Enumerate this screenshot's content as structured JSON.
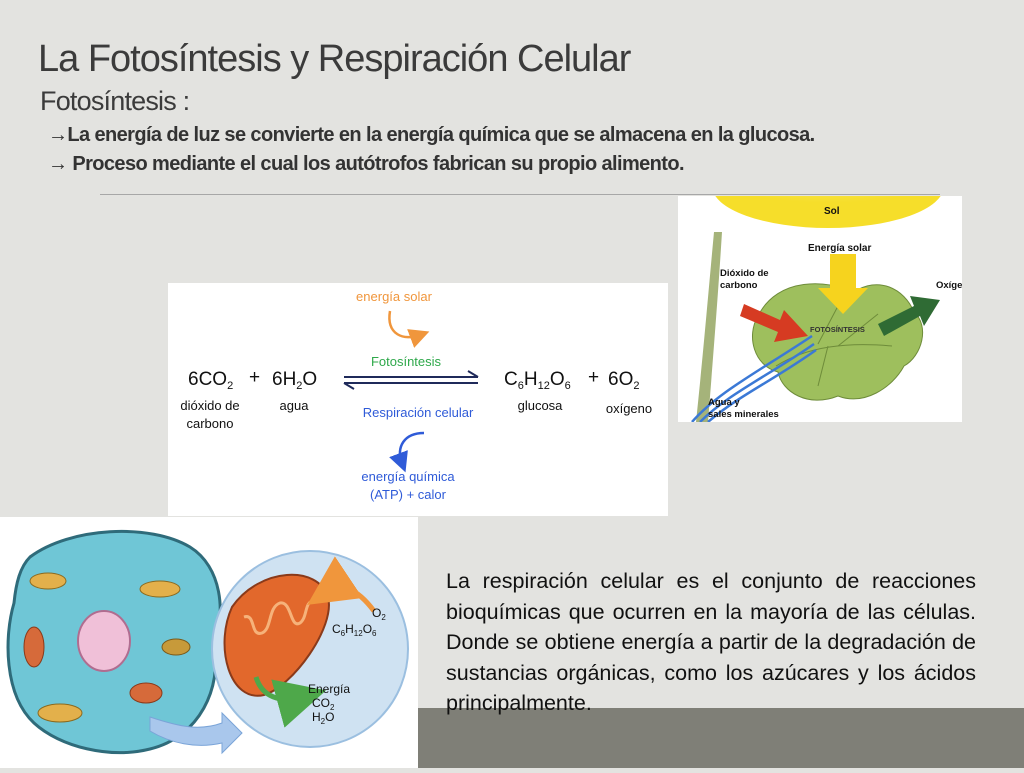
{
  "slide": {
    "title": "La Fotosíntesis  y Respiración Celular",
    "subtitle": "Fotosíntesis :",
    "bullets": [
      "→La energía de luz se convierte en la energía química que se almacena en la glucosa.",
      "→ Proceso mediante el cual los autótrofos fabrican su propio alimento."
    ],
    "paragraph": "La respiración celular es el conjunto de reacciones bioquímicas que ocurren en la mayoría de las células. Donde se obtiene energía a partir de la degradación de sustancias orgánicas, como los azúcares y los ácidos principalmente."
  },
  "equation": {
    "top_input": "energía solar",
    "forward": "Fotosíntesis",
    "reverse": "Respiración celular",
    "bottom_output_1": "energía química",
    "bottom_output_2": "(ATP) + calor",
    "plus": "+",
    "co2": {
      "prefix": "6CO",
      "sub": "2",
      "label_1": "dióxido de",
      "label_2": "carbono"
    },
    "h2o": {
      "prefix": "6H",
      "sub": "2",
      "suffix": "O",
      "label": "agua"
    },
    "glucose": {
      "c": "C",
      "c_sub": "6",
      "h": "H",
      "h_sub": "12",
      "o": "O",
      "o_sub": "6",
      "label": "glucosa"
    },
    "o2": {
      "prefix": "6O",
      "sub": "2",
      "label": "oxígeno"
    },
    "colors": {
      "orange": "#f0963c",
      "green": "#2ea84a",
      "blue": "#2f5bd8"
    }
  },
  "plant": {
    "sun": "Sol",
    "solar_energy": "Energía solar",
    "co2_1": "Dióxido de",
    "co2_2": "carbono",
    "oxygen": "Oxígeno",
    "process": "FOTOSÍNTESIS",
    "water_1": "Agua y",
    "water_2": "sales minerales"
  },
  "cell": {
    "o2": "O",
    "o2_sub": "2",
    "glucose_c": "C",
    "glucose_c_sub": "6",
    "glucose_h": "H",
    "glucose_h_sub": "12",
    "glucose_o": "O",
    "glucose_o_sub": "6",
    "energy": "Energía",
    "co2": "CO",
    "co2_sub": "2",
    "h2o_h": "H",
    "h2o_sub": "2",
    "h2o_o": "O"
  }
}
